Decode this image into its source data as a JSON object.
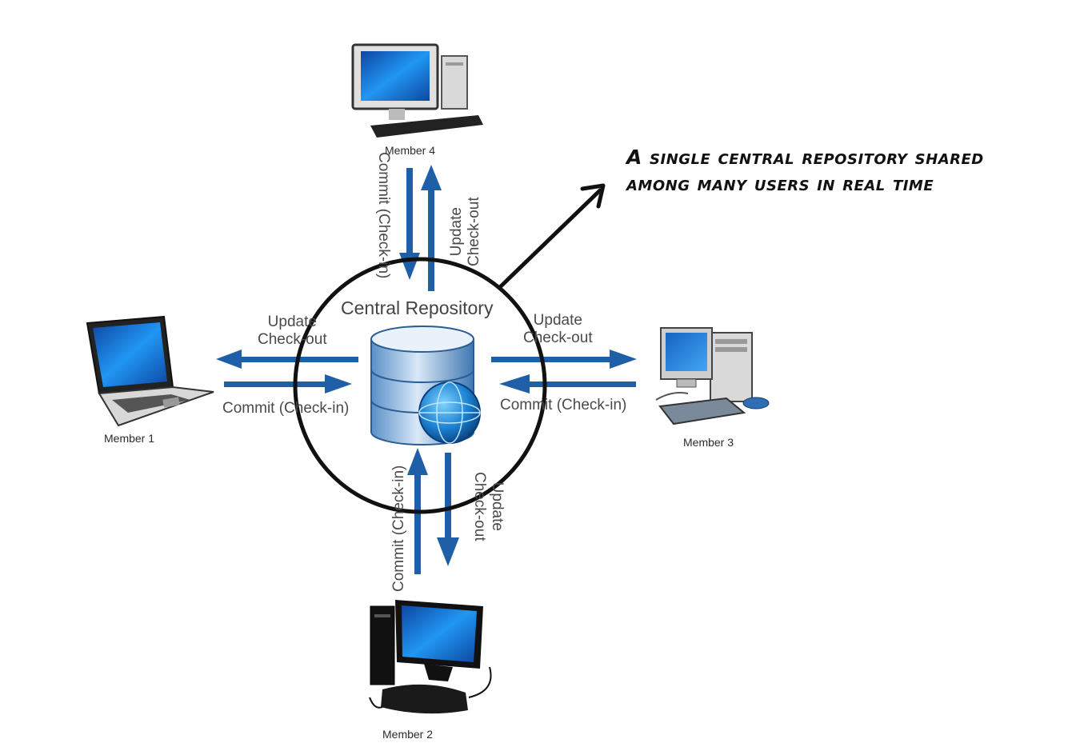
{
  "diagram": {
    "center_label": "Central Repository",
    "callout": {
      "line1": "A single central repository shared",
      "line2": "among many users in real time"
    },
    "members": {
      "member1": "Member 1",
      "member2": "Member 2",
      "member3": "Member 3",
      "member4": "Member 4"
    },
    "flows": {
      "update": "Update",
      "checkout": "Check-out",
      "commit": "Commit (Check-in)"
    },
    "colors": {
      "arrow_blue": "#1f5fa8",
      "outline": "#111111"
    }
  }
}
